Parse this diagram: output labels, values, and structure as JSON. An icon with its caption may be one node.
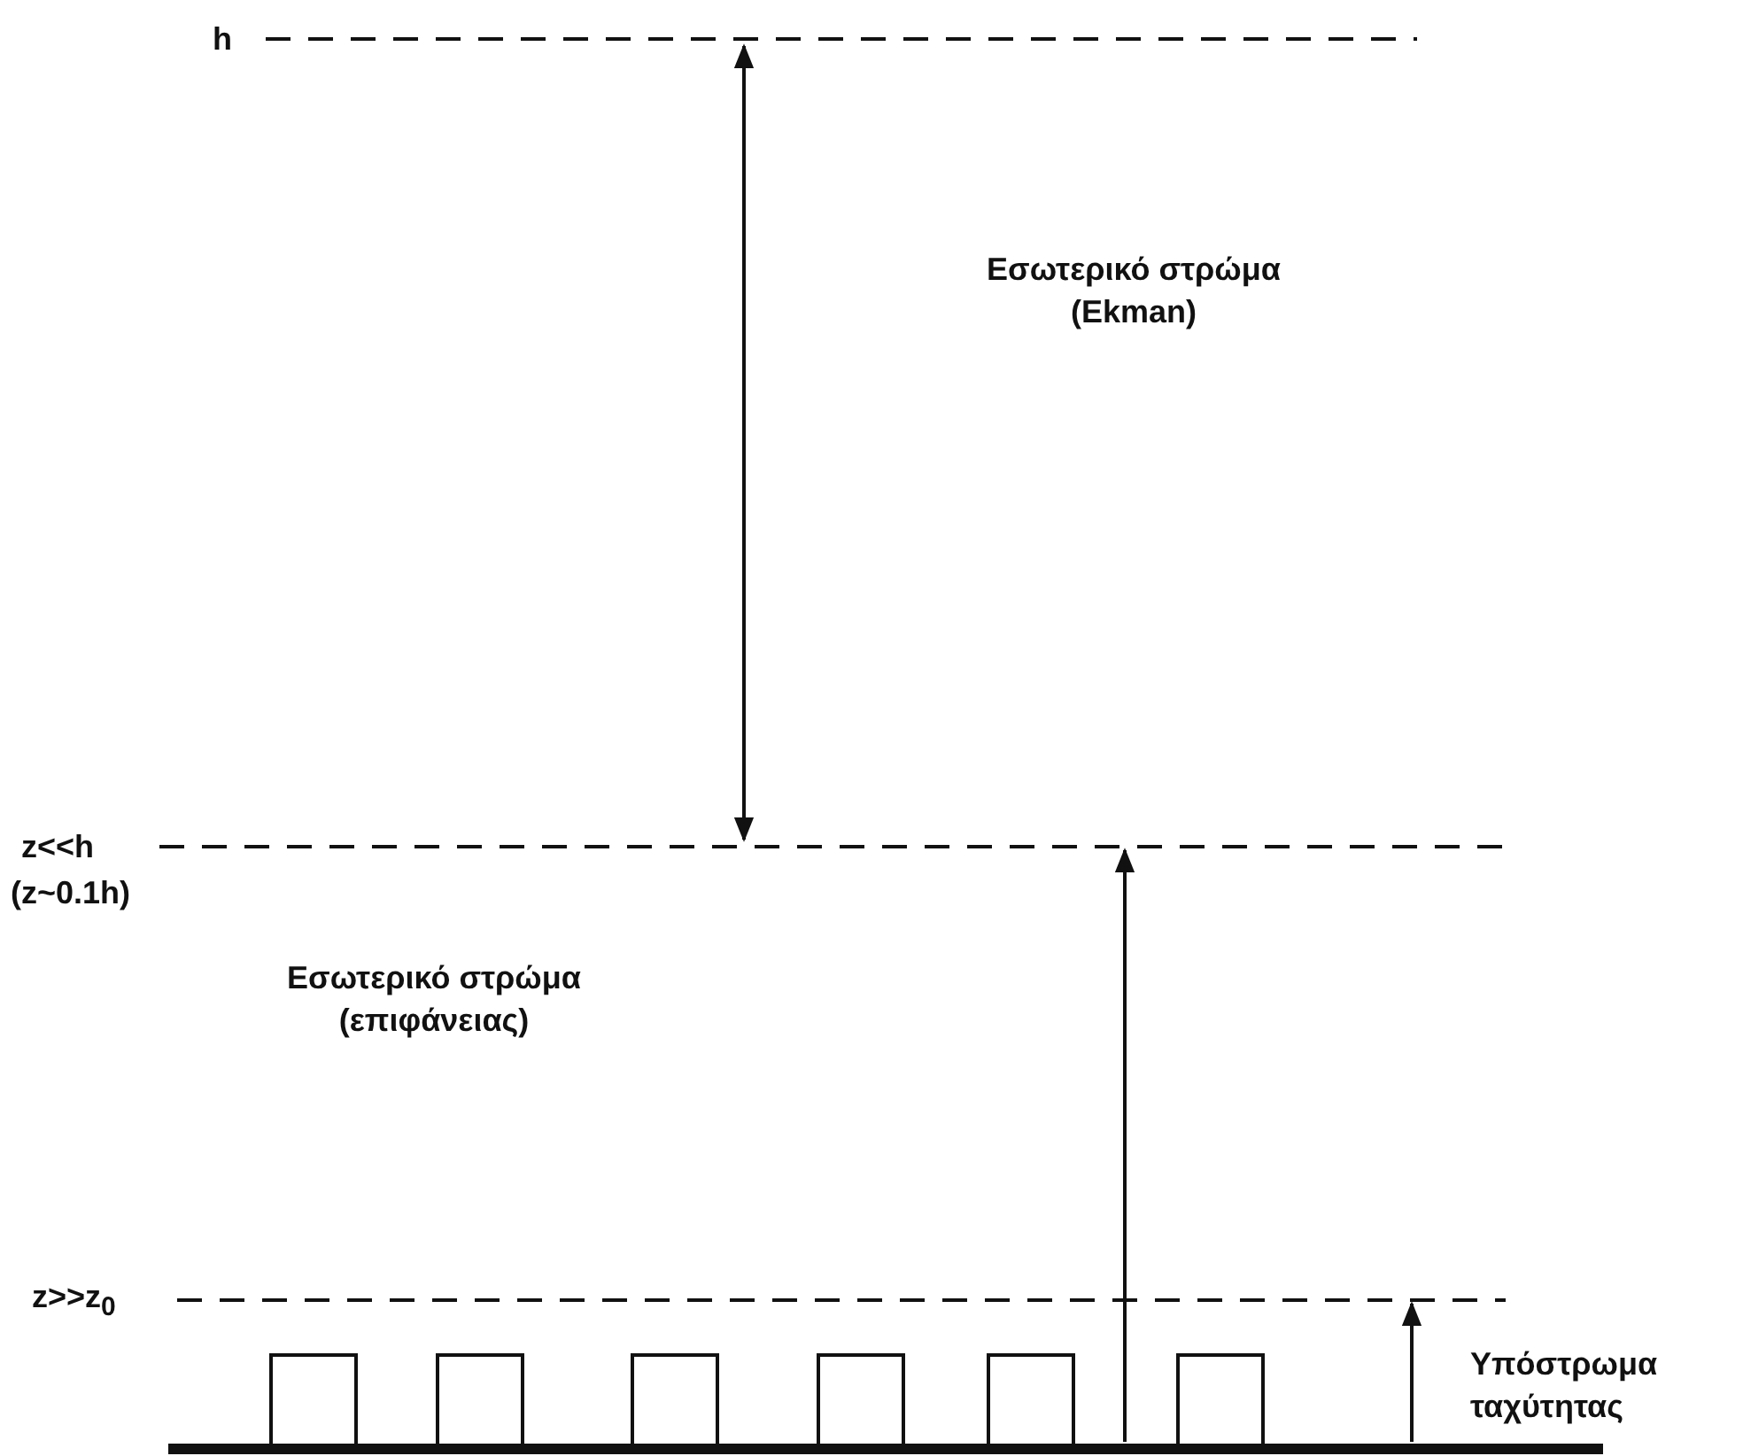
{
  "diagram": {
    "labels": [
      "h",
      "Εσωτερικό στρώμα (Ekman)",
      "z<<h",
      "(z~0.1h)",
      "Εσωτερικό στρώμα (επιφάνειας)",
      "z>>z$_{0}$",
      "Υπόστρωμα ταχύτητας"
    ]
  }
}
